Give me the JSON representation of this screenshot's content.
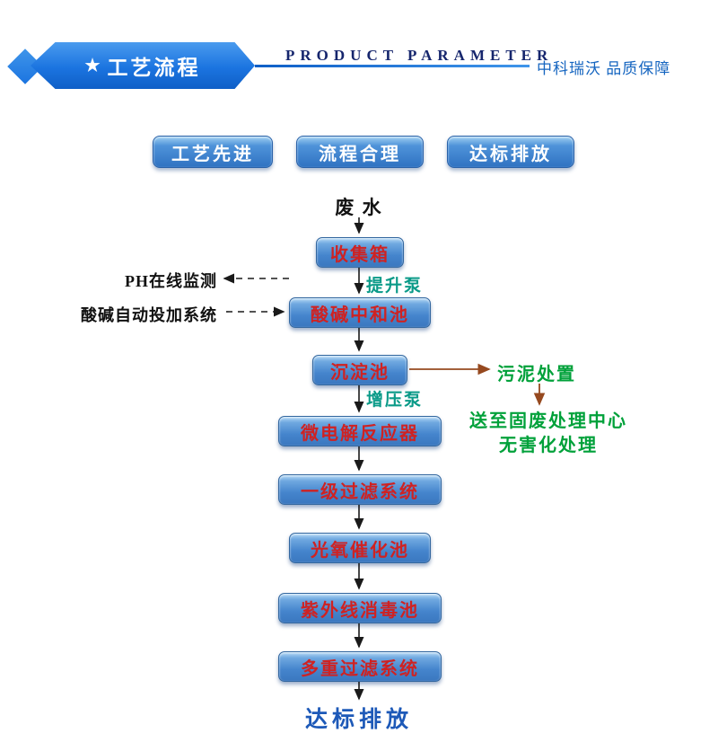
{
  "header": {
    "banner_title": "工艺流程",
    "star": "★",
    "subtitle": "PRODUCT PARAMETER",
    "brand": "中科瑞沃  品质保障"
  },
  "badges": [
    {
      "label": "工艺先进"
    },
    {
      "label": "流程合理"
    },
    {
      "label": "达标排放"
    }
  ],
  "flow": {
    "start": "废 水",
    "steps": [
      {
        "label": "收集箱"
      },
      {
        "label": "酸碱中和池"
      },
      {
        "label": "沉淀池"
      },
      {
        "label": "微电解反应器"
      },
      {
        "label": "一级过滤系统"
      },
      {
        "label": "光氧催化池"
      },
      {
        "label": "紫外线消毒池"
      },
      {
        "label": "多重过滤系统"
      }
    ],
    "pumps": [
      {
        "label": "提升泵"
      },
      {
        "label": "增压泵"
      }
    ],
    "annotations": {
      "ph_monitoring": "PH在线监测",
      "dosing_system": "酸碱自动投加系统",
      "sludge_disposal": "污泥处置",
      "sludge_note_line1": "送至固废处理中心",
      "sludge_note_line2": "无害化处理"
    },
    "end": "达标排放"
  },
  "colors": {
    "banner-blue": "#1b74e0",
    "banner-blue-light": "#3f95ea",
    "box-blue-dark": "#2f72c2",
    "box-text-red": "#cf2222",
    "pump-teal": "#0a9a88",
    "note-green": "#00a13a",
    "arrow-brown": "#96491f",
    "brand-blue": "#1565c0",
    "subtitle-navy": "#16266d",
    "end-blue": "#1d59b8"
  }
}
